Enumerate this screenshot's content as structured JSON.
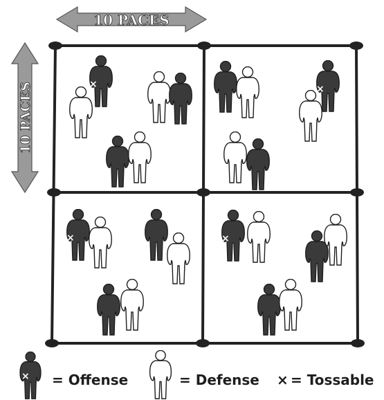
{
  "diagram": {
    "horizontal_measure": "10 PACES",
    "vertical_measure": "10 PACES",
    "grid": {
      "rows": 2,
      "cols": 2
    },
    "colors": {
      "offense": "#3a3a3a",
      "defense": "#ffffff",
      "line": "#222222",
      "arrow": "#9a9a9a"
    },
    "quadrants": [
      {
        "name": "top-left",
        "figures": [
          {
            "role": "offense",
            "holds_tossable": true
          },
          {
            "role": "defense"
          },
          {
            "role": "defense"
          },
          {
            "role": "offense"
          },
          {
            "role": "offense"
          },
          {
            "role": "defense"
          }
        ]
      },
      {
        "name": "top-right",
        "figures": [
          {
            "role": "offense"
          },
          {
            "role": "defense"
          },
          {
            "role": "offense",
            "holds_tossable": true
          },
          {
            "role": "defense"
          },
          {
            "role": "defense"
          },
          {
            "role": "offense"
          }
        ]
      },
      {
        "name": "bottom-left",
        "figures": [
          {
            "role": "offense",
            "holds_tossable": true
          },
          {
            "role": "defense"
          },
          {
            "role": "offense"
          },
          {
            "role": "defense"
          },
          {
            "role": "offense"
          },
          {
            "role": "defense"
          }
        ]
      },
      {
        "name": "bottom-right",
        "figures": [
          {
            "role": "offense",
            "holds_tossable": true
          },
          {
            "role": "defense"
          },
          {
            "role": "offense"
          },
          {
            "role": "defense"
          },
          {
            "role": "offense"
          },
          {
            "role": "defense"
          }
        ]
      }
    ]
  },
  "legend": {
    "offense_label": "= Offense",
    "defense_label": "= Defense",
    "tossable_symbol": "×",
    "tossable_label": "= Tossable"
  }
}
